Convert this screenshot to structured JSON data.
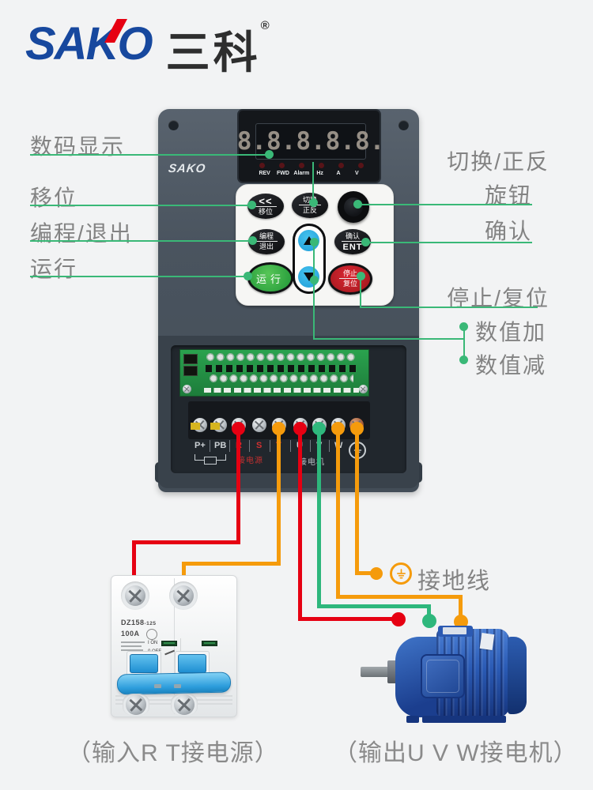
{
  "brand": {
    "name": "SAKO",
    "cn": "三科",
    "reg": "®"
  },
  "callouts": {
    "left": {
      "display": "数码显示",
      "shift": "移位",
      "program": "编程/退出",
      "run": "运行"
    },
    "right": {
      "switch": "切换/正反",
      "knob": "旋钮",
      "confirm": "确认",
      "stop": "停止/复位",
      "inc": "数值加",
      "dec": "数值减"
    }
  },
  "device": {
    "brand": "SAKO",
    "display": {
      "value": "8.8.8.8.8.",
      "leds": [
        "REV",
        "FWD",
        "Alarm",
        "Hz",
        "A",
        "V"
      ]
    },
    "keypad": {
      "shift": {
        "top": "<<",
        "bottom": "移位"
      },
      "switch": {
        "top": "切换",
        "bottom": "正反"
      },
      "program": {
        "top": "编程",
        "bottom": "退出"
      },
      "enter": {
        "top": "确认",
        "bottom": "ENT"
      },
      "run": "运行",
      "stop": {
        "top": "停止",
        "bottom": "复位"
      }
    },
    "terminals": {
      "labels": [
        "P+",
        "PB",
        "R",
        "S",
        "T",
        "U",
        "V",
        "W"
      ],
      "input_group": "接电源",
      "output_group": "接电机"
    }
  },
  "breaker": {
    "model": "DZ158",
    "model_suffix": "-125",
    "rating": "100A",
    "on": "I ON",
    "off": "0 OFF"
  },
  "ground": {
    "label": "接地线"
  },
  "captions": {
    "input": "（输入R T接电源）",
    "output": "（输出U V W接电机）"
  },
  "colors": {
    "callout_green": "#3ab877",
    "wire_red": "#e60012",
    "wire_orange": "#f59b0c",
    "wire_green": "#2eb77c",
    "logo_blue": "#17489e",
    "logo_red": "#e60012",
    "run_green": "#35b44a",
    "stop_red": "#c8202a",
    "arrow_cyan": "#29abe2"
  }
}
